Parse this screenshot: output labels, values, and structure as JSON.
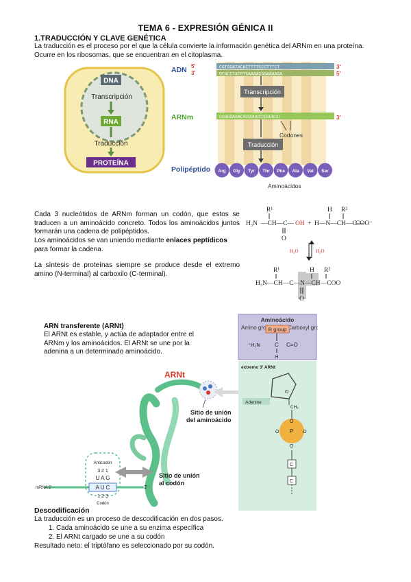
{
  "title": "TEMA 6 - EXPRESIÓN GÉNICA II",
  "section1": {
    "heading": "1.TRADUCCIÓN Y CLAVE GENÉTICA",
    "intro": "La traducción es el proceso por el que la célula convierte la información genética del ARNm en una proteína. Ocurre en los ribosomas, que se encuentran en el citoplasma."
  },
  "cell_fig": {
    "dna": "DNA",
    "transcripcion": "Transcripción",
    "rna": "RNA",
    "traduccion": "Traducción",
    "proteina": "PROTEÍNA"
  },
  "flow_fig": {
    "adn": "ADN",
    "arnm": "ARNm",
    "polipeptido": "Polipéptido",
    "five_prime": "5'",
    "three_prime": "3'",
    "dna_top": "CGTGGATACACTTTTCCCTTTCT",
    "dna_bottom": "GCACCTATGTGAAAACGGAAAAGA",
    "mrna": "CGUGGAUACACUUUUCCCUUUCU",
    "transcripcion": "Transcripción",
    "traduccion": "Traducción",
    "codones": "Codones",
    "aminoacidos": "Aminoácidos",
    "amino_acids": [
      "Arg",
      "Gly",
      "Tyr",
      "Thr",
      "Phe",
      "Ala",
      "Val",
      "Ser"
    ]
  },
  "codon_text": {
    "p1": "Cada 3 nucleótidos de ARNm forman un codón, que estos se traducen a un aminoácido concreto. Todos los aminoácidos juntos formarán una cadena de polipéptidos.",
    "p2a": "Los aminoácidos se van uniendo mediante ",
    "p2b": "enlaces peptídicos",
    "p2c": " para formar la cadena.",
    "p3": "La síntesis de proteínas siempre se produce desde el extremo amino (N-terminal) al carboxilo (C-terminal)."
  },
  "peptide_fig": {
    "r1": "R¹",
    "r2": "R²",
    "h": "H",
    "h3n": "H₃N",
    "plus": "+",
    "oh": "OH",
    "coo": "COO⁻",
    "o": "O",
    "c": "C",
    "ch": "CH",
    "n": "N",
    "water": "H₂O"
  },
  "trna": {
    "heading": "ARN transferente (ARNt)",
    "text": "El ARNt es estable, y actúa de adaptador entre el ARNm y los aminoácidos. El ARNt se une por la adenina a un determinado aminoácido.",
    "label": "ARNt",
    "sitio_aa": "Sitio de unión del aminoácido",
    "sitio_codon": "Sitio de unión al codón",
    "anticodon": "Anticodón",
    "codon": "Codón",
    "anticodon_bases": "U A G",
    "codon_bases": "A U C",
    "top_nums": "3 2 1",
    "bottom_nums": "1 2 3",
    "mrna": "mRNA 5'",
    "three": "3'"
  },
  "aa_fig": {
    "title": "Aminoácido",
    "amino_group": "Amino group",
    "carboxyl_group": "Carboxyl group",
    "r_group": "R group",
    "h3n": "⁺H₃N",
    "c": "C",
    "co": "C=O",
    "h": "H",
    "extremo": "extremo 3' ARNt",
    "adenine": "Adenine",
    "ch2": "CH₂",
    "o": "O",
    "p": "P",
    "c2": "C"
  },
  "decod": {
    "heading": "Descodificación",
    "intro": "La traducción es un proceso de descodificación en dos pasos.",
    "steps": [
      "Cada aminoácido se une a su enzima específica",
      "El ARNt cargado se une a su codón"
    ],
    "result": "Resultado neto: el triptófano es seleccionado por su codón."
  }
}
